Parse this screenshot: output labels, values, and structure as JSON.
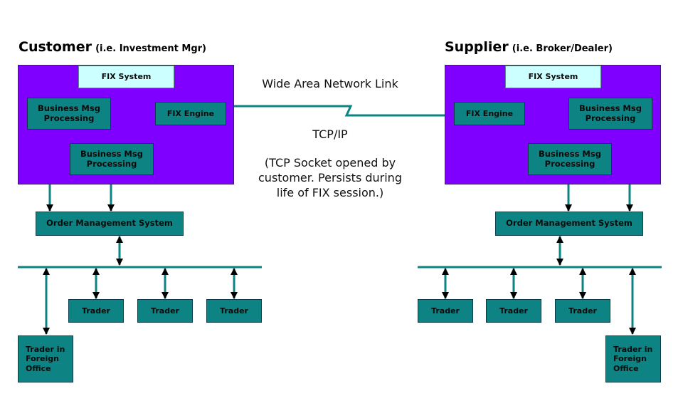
{
  "customer": {
    "title": "Customer",
    "subtitle": "(i.e. Investment Mgr)",
    "fix_system": "FIX System",
    "business_msg_1": "Business Msg Processing",
    "business_msg_2": "Business Msg Processing",
    "fix_engine": "FIX Engine",
    "oms": "Order Management System",
    "traders": [
      "Trader",
      "Trader",
      "Trader"
    ],
    "foreign_trader": "Trader in Foreign Office"
  },
  "supplier": {
    "title": "Supplier",
    "subtitle": "(i.e. Broker/Dealer)",
    "fix_system": "FIX System",
    "business_msg_1": "Business Msg Processing",
    "business_msg_2": "Business Msg Processing",
    "fix_engine": "FIX Engine",
    "oms": "Order Management System",
    "traders": [
      "Trader",
      "Trader",
      "Trader"
    ],
    "foreign_trader": "Trader in Foreign Office"
  },
  "link": {
    "wan_label": "Wide Area Network Link",
    "protocol": "TCP/IP",
    "note_lines": [
      "(TCP Socket opened by",
      "customer. Persists during",
      "life of FIX session.)"
    ]
  },
  "colors": {
    "region": "#7f00ff",
    "component": "#0e8383",
    "fix_system": "#ccffff",
    "connector": "#0e8383"
  }
}
